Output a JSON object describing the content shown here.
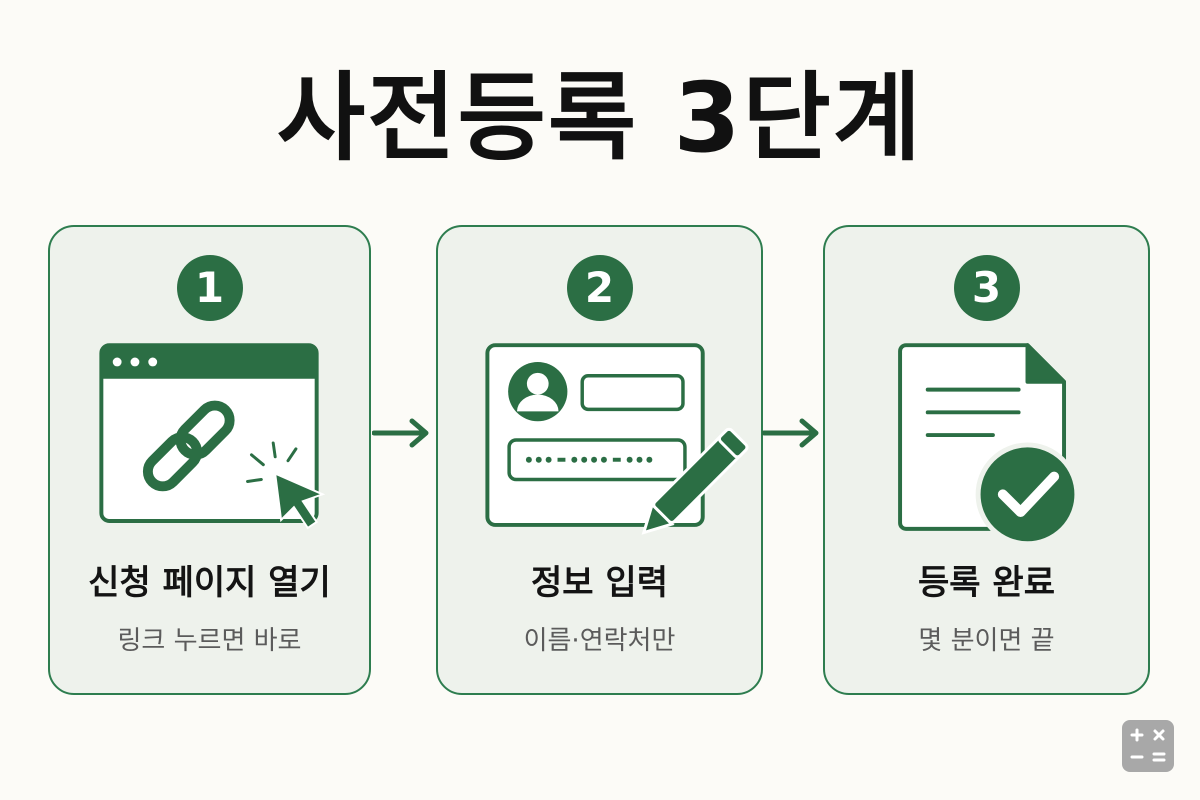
{
  "title": "사전등록 3단계",
  "colors": {
    "accent": "#2b6e44",
    "border": "#2e7d4f",
    "card_background": "#eef2ec",
    "page_background": "#fcfbf7"
  },
  "steps": [
    {
      "number": "1",
      "title": "신청 페이지 열기",
      "subtitle": "링크 누르면 바로",
      "icon": "browser-link-click-icon"
    },
    {
      "number": "2",
      "title": "정보 입력",
      "subtitle": "이름·연락처만",
      "icon": "form-pencil-icon"
    },
    {
      "number": "3",
      "title": "등록 완료",
      "subtitle": "몇 분이면 끝",
      "icon": "document-check-icon"
    }
  ],
  "connectors": [
    "arrow-right-icon",
    "arrow-right-icon"
  ],
  "corner_icon": "calculator-icon"
}
